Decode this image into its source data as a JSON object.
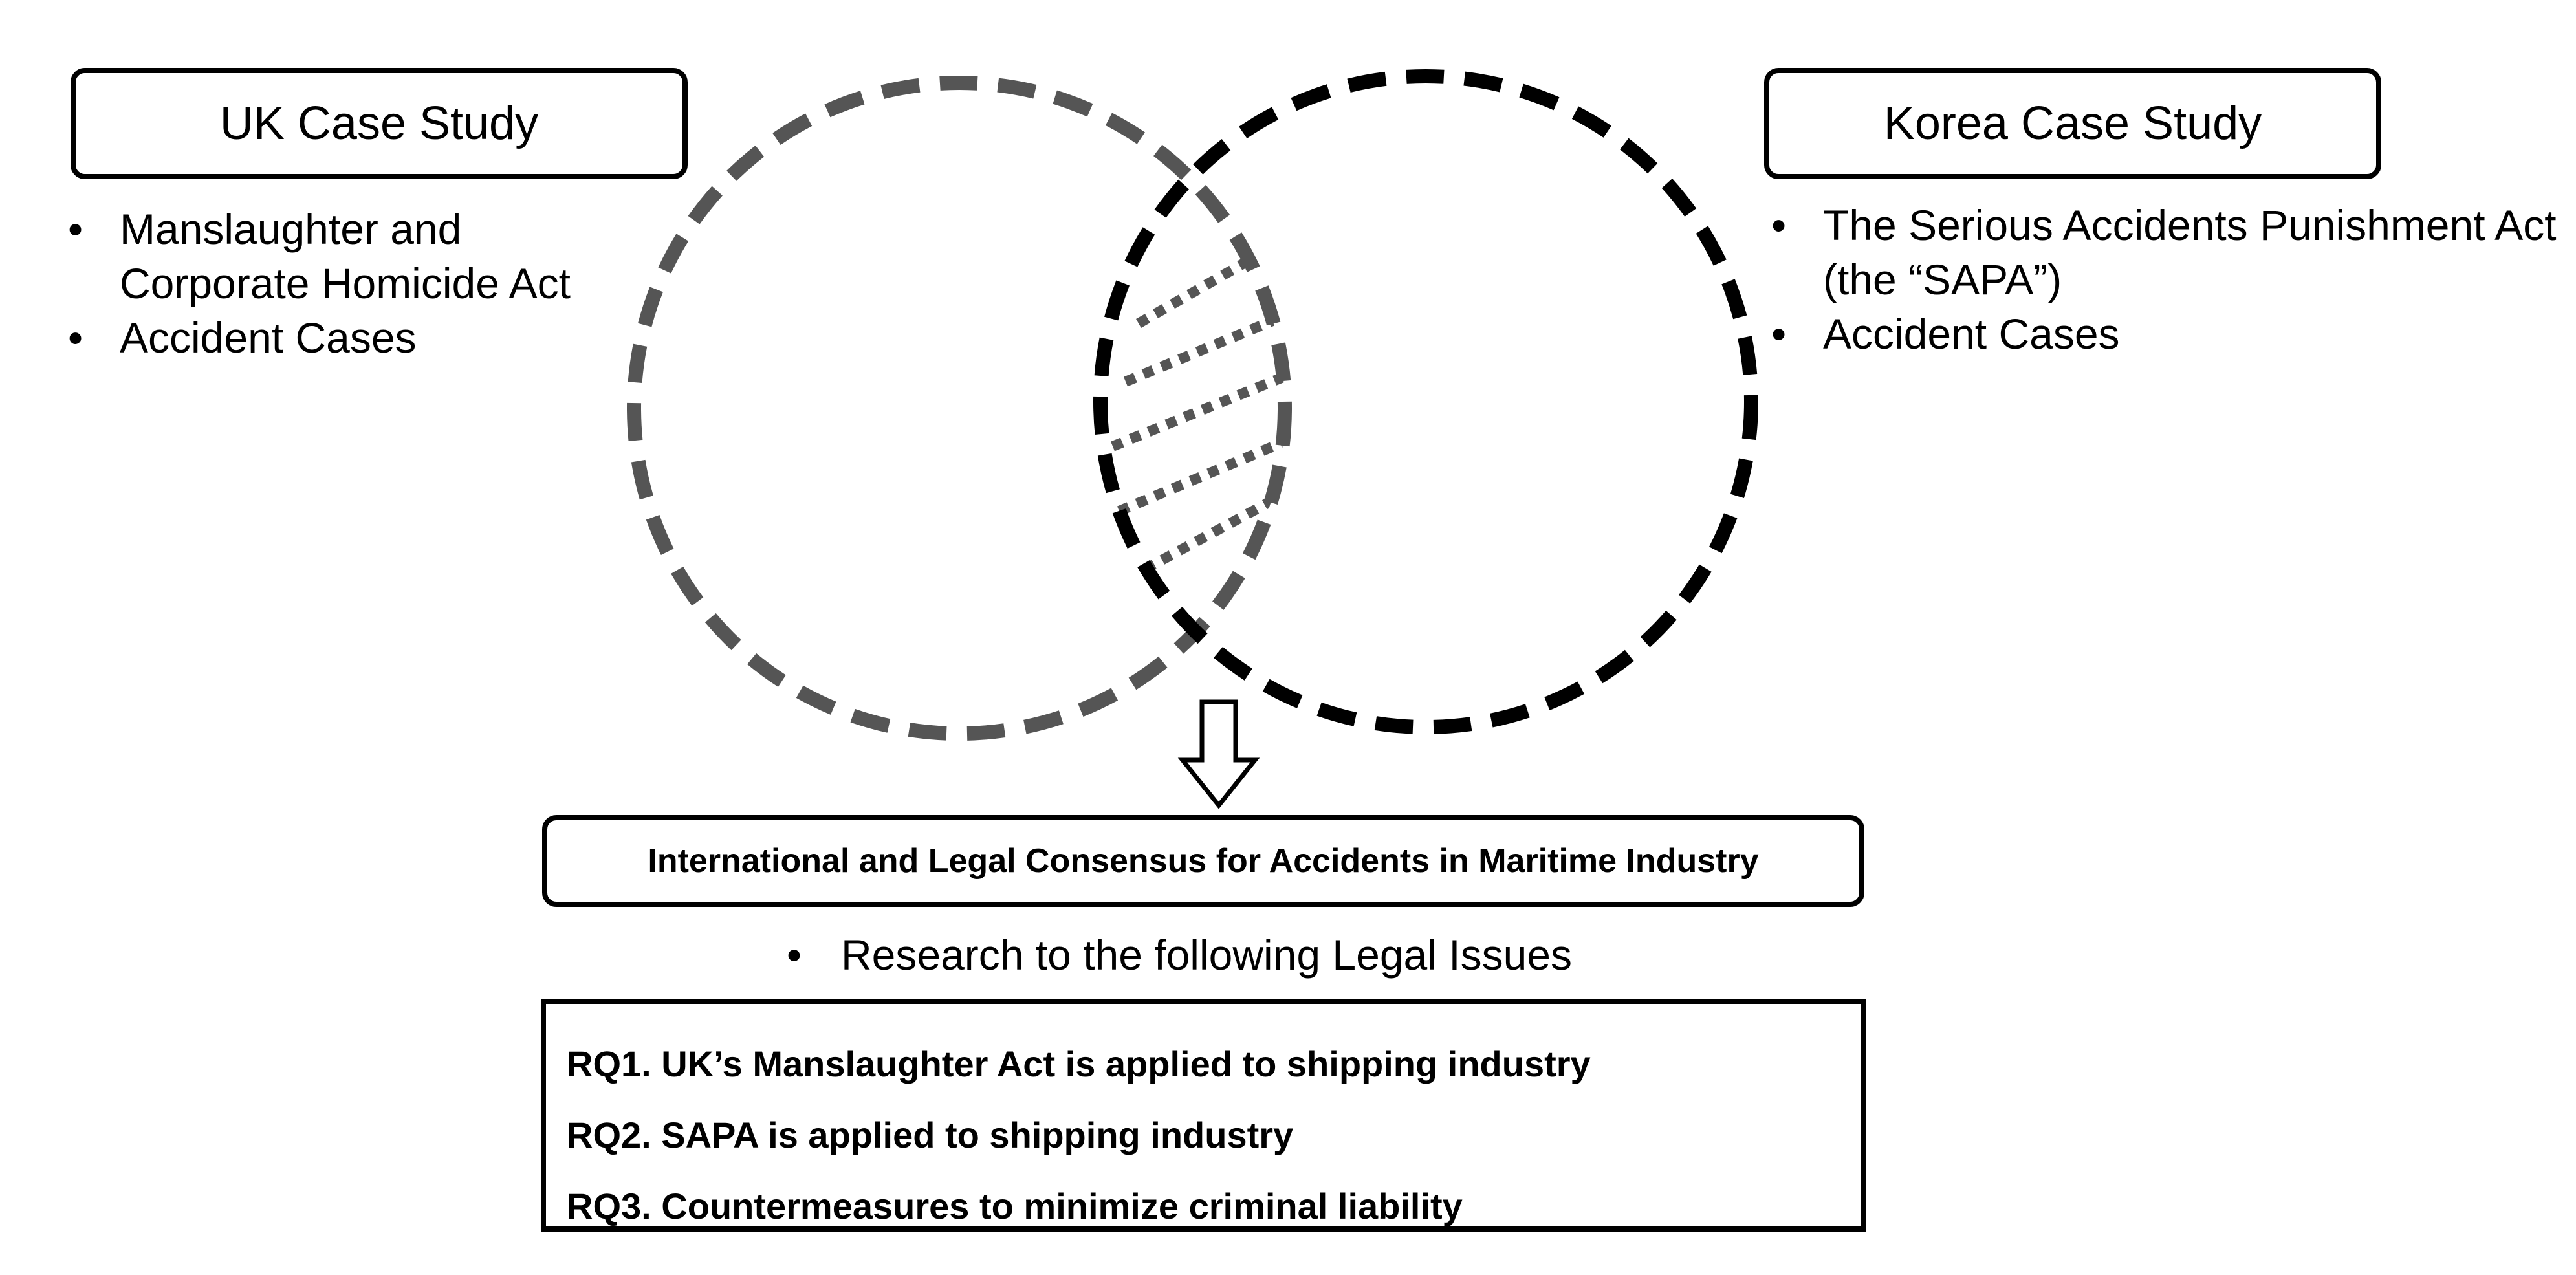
{
  "left_panel": {
    "title": "UK Case Study",
    "bullets": [
      "Manslaughter and Corporate Homicide Act",
      "Accident Cases"
    ]
  },
  "right_panel": {
    "title": "Korea Case Study",
    "bullets": [
      "The Serious Accidents Punishment Act (the “SAPA”)",
      "Accident Cases"
    ]
  },
  "consensus": {
    "title": "International and Legal Consensus for Accidents in Maritime Industry"
  },
  "research": {
    "bullet": "Research to the following Legal Issues",
    "questions": [
      "RQ1. UK’s Manslaughter Act is applied to shipping industry",
      "RQ2. SAPA is applied to shipping industry",
      "RQ3. Countermeasures to minimize criminal liability"
    ]
  },
  "colors": {
    "outline": "#000000",
    "overlap_stroke": "#555555",
    "background": "#ffffff"
  }
}
